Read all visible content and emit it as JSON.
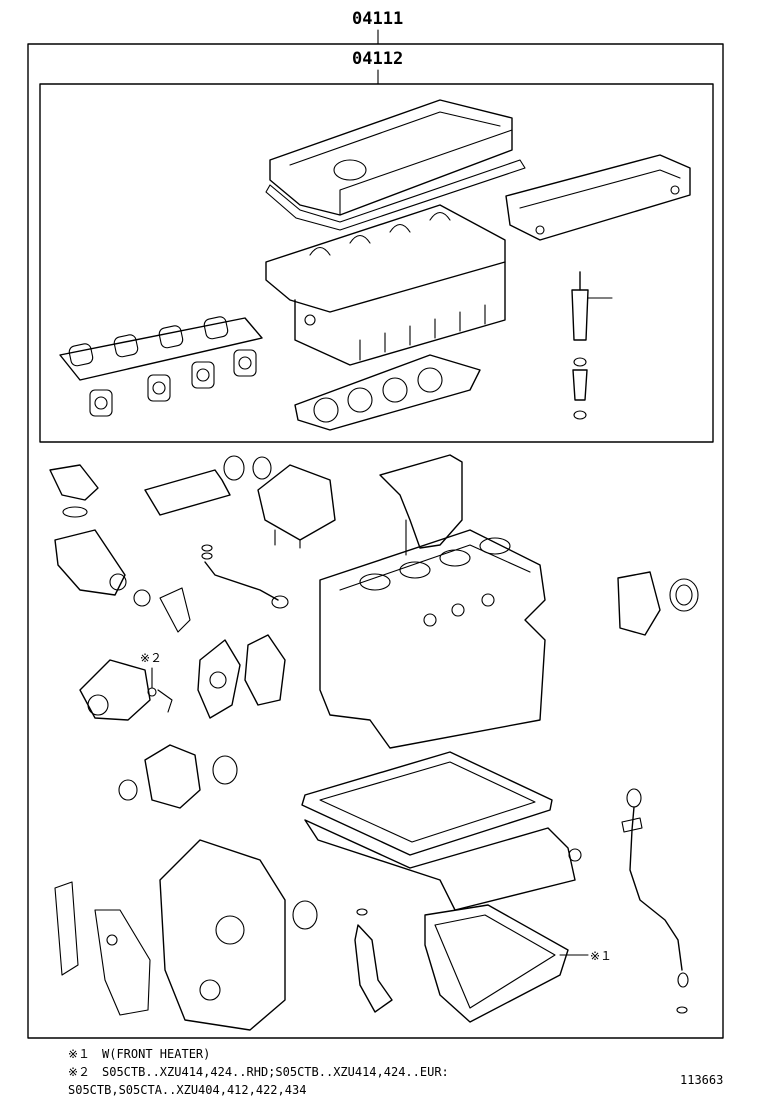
{
  "labels": {
    "outer_kit": "04111",
    "inner_kit": "04112",
    "callout_1": "※１",
    "callout_2": "※２",
    "figure_id": "113663"
  },
  "notes": [
    {
      "mark": "※１",
      "text": "W(FRONT HEATER)"
    },
    {
      "mark": "※２",
      "text": "S05CTB..XZU414,424..RHD;S05CTB..XZU414,424..EUR:"
    },
    {
      "mark": "",
      "text": "S05CTB,S05CTA..XZU404,412,422,434"
    }
  ]
}
